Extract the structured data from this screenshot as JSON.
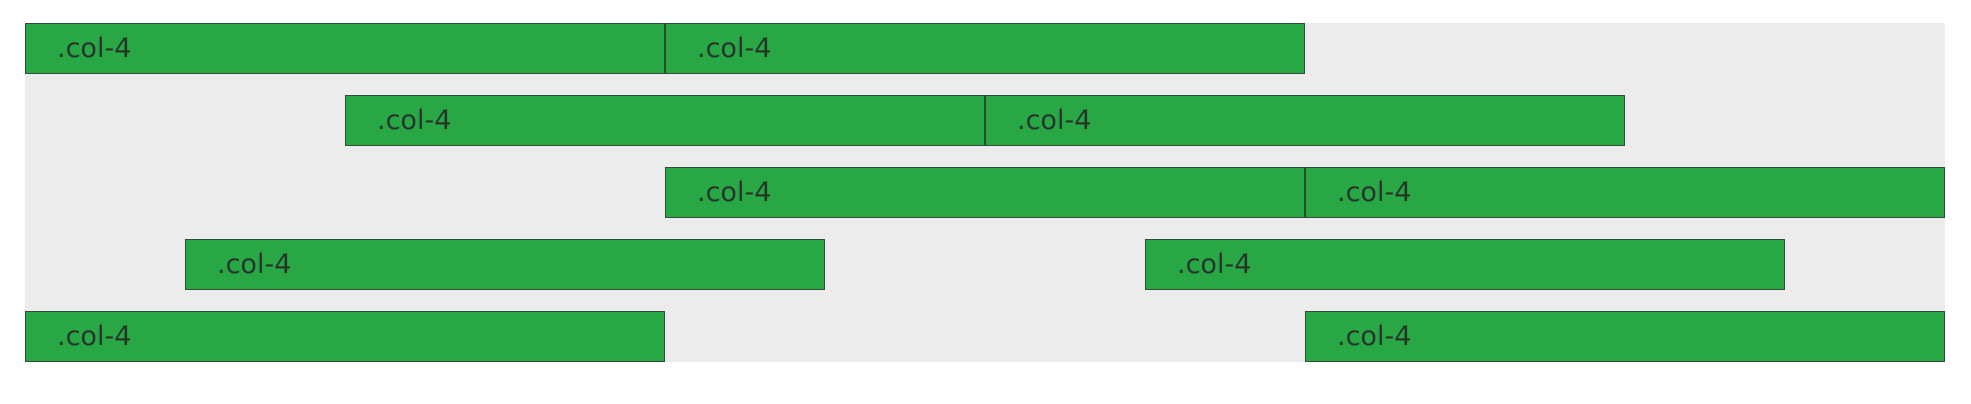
{
  "grid": {
    "background_color": "#ececec",
    "column_color": "#28a745",
    "column_border_color": "#2e4b36",
    "rows": [
      {
        "columns": [
          {
            "label": ".col-4"
          },
          {
            "label": ".col-4"
          }
        ]
      },
      {
        "columns": [
          {
            "label": ".col-4"
          },
          {
            "label": ".col-4"
          }
        ]
      },
      {
        "columns": [
          {
            "label": ".col-4"
          },
          {
            "label": ".col-4"
          }
        ]
      },
      {
        "columns": [
          {
            "label": ".col-4"
          },
          {
            "label": ".col-4"
          }
        ]
      },
      {
        "columns": [
          {
            "label": ".col-4"
          },
          {
            "label": ".col-4"
          }
        ]
      }
    ]
  }
}
